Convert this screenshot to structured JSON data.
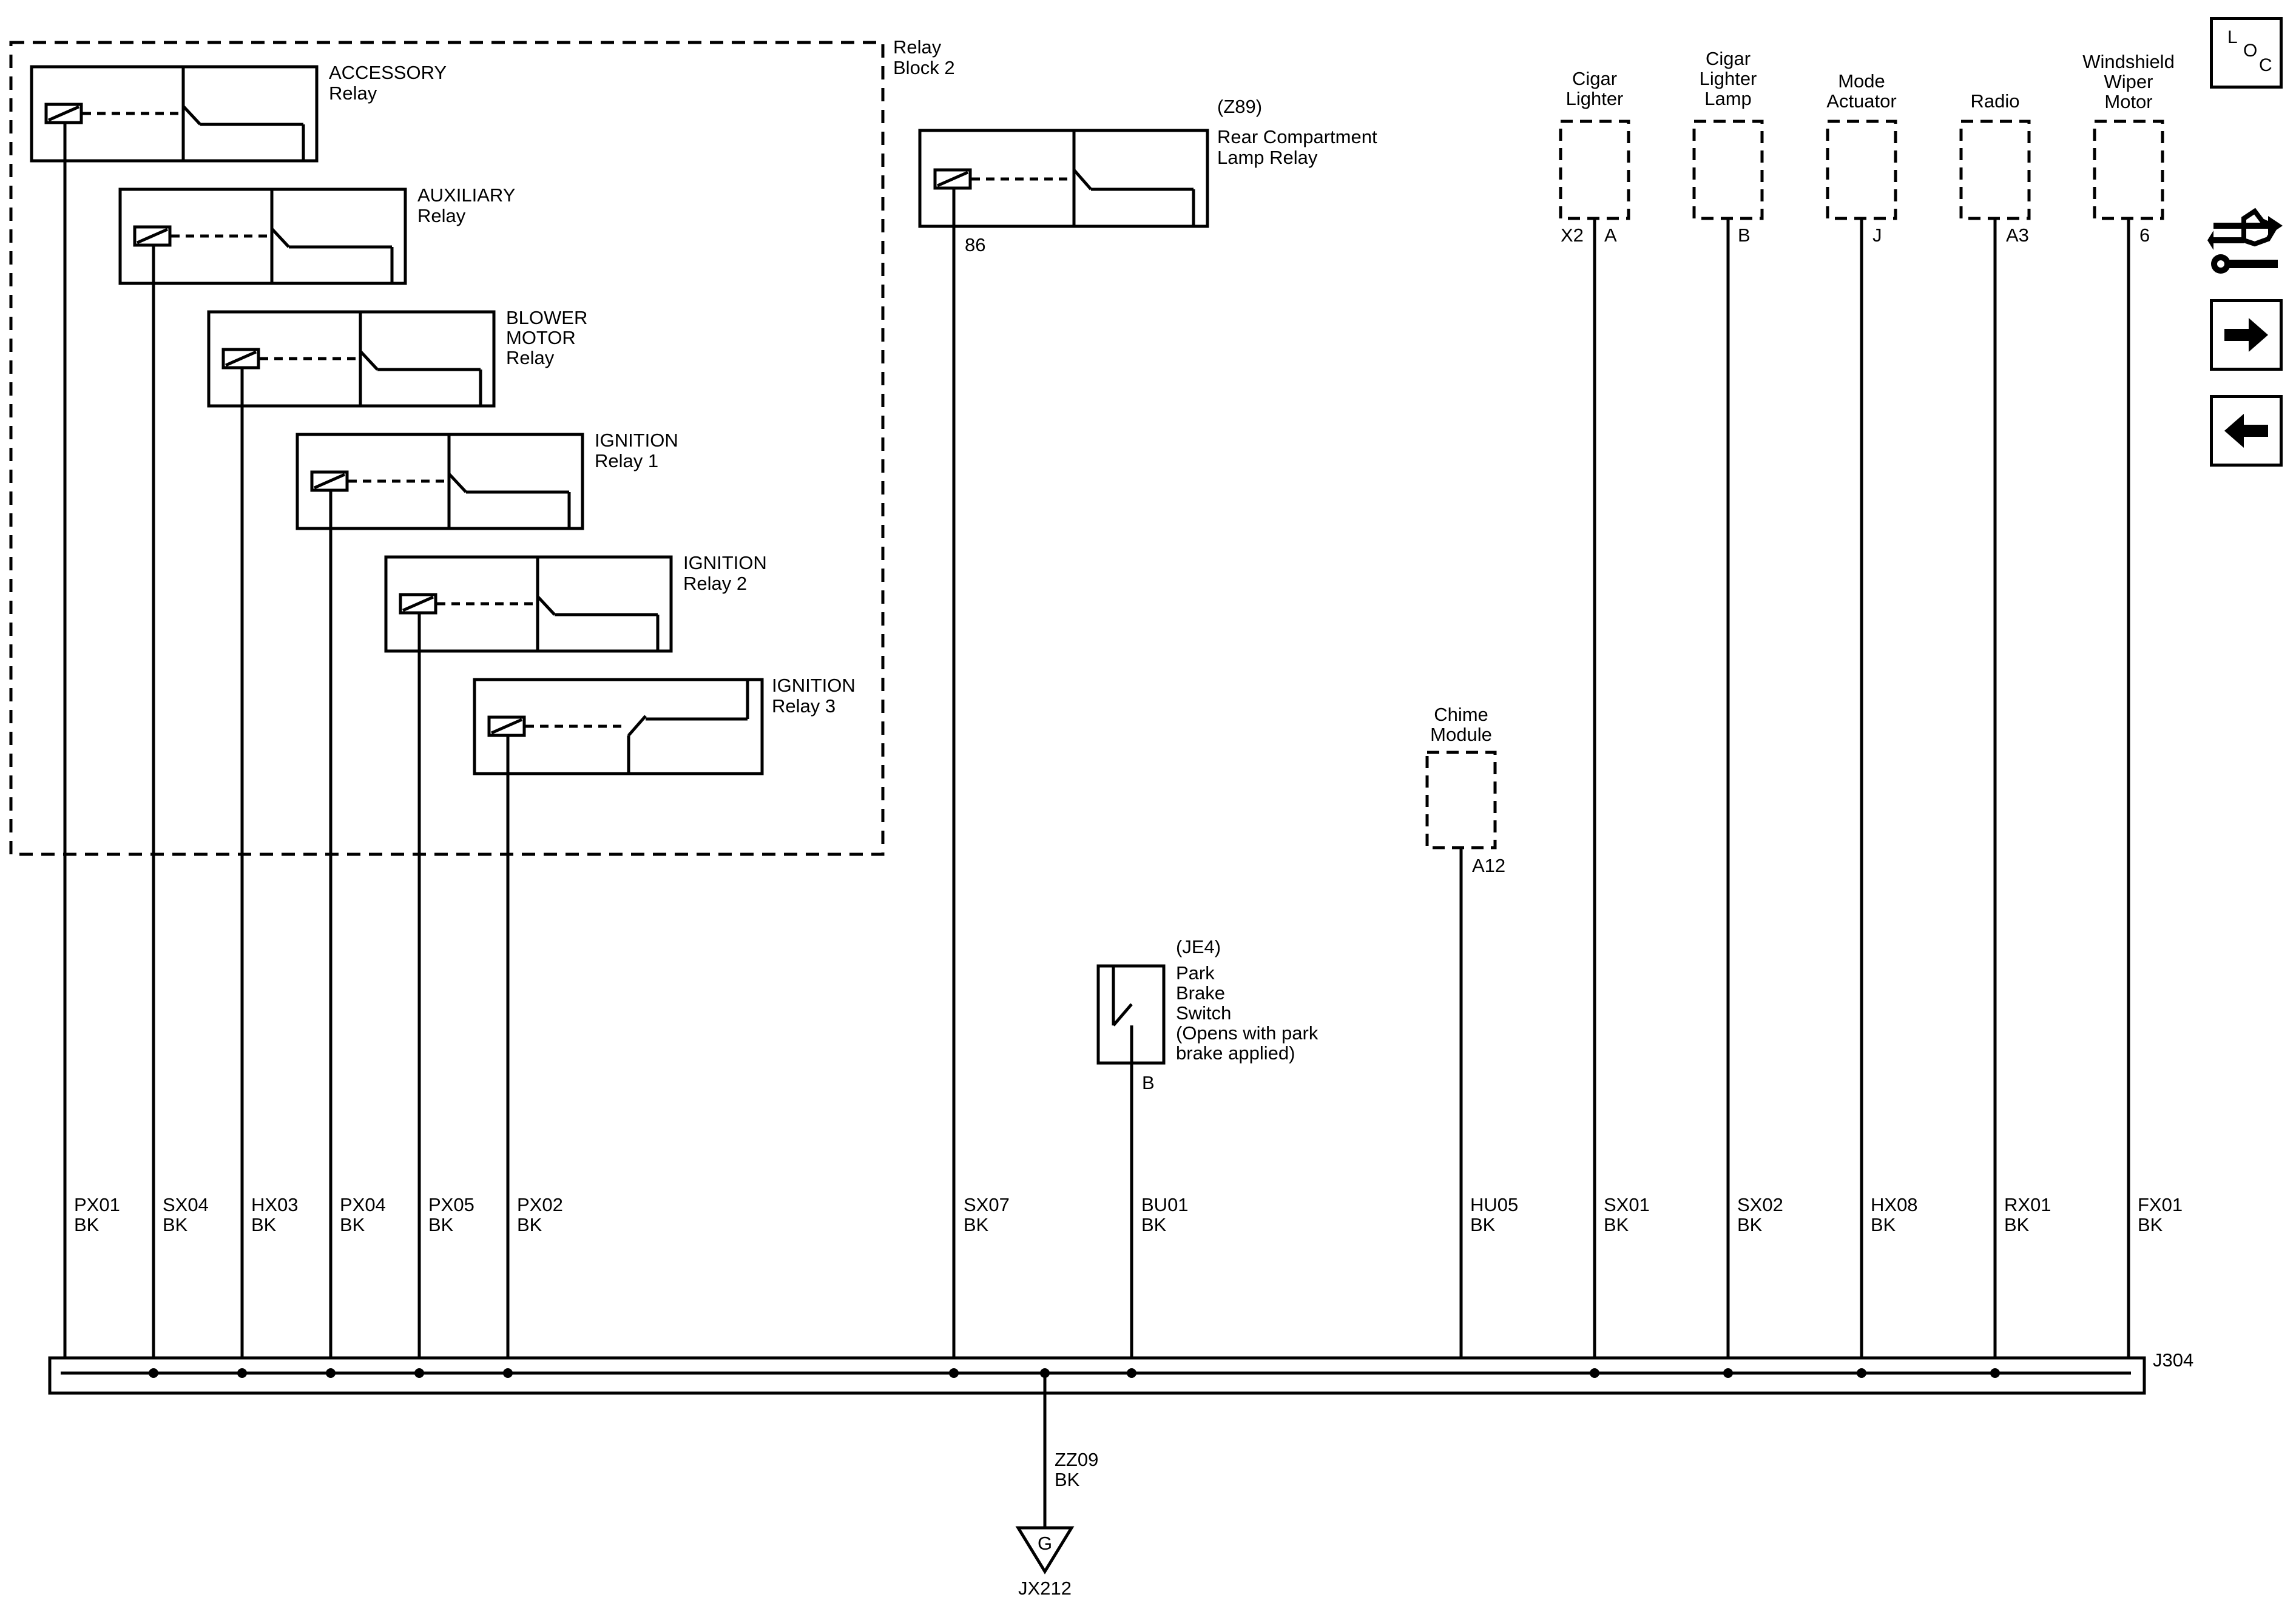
{
  "relay_block": {
    "label_line1": "Relay",
    "label_line2": "Block 2"
  },
  "relays": [
    {
      "name_line1": "ACCESSORY",
      "name_line2": "Relay",
      "name_line3": ""
    },
    {
      "name_line1": "AUXILIARY",
      "name_line2": "Relay",
      "name_line3": ""
    },
    {
      "name_line1": "BLOWER",
      "name_line2": "MOTOR",
      "name_line3": "Relay"
    },
    {
      "name_line1": "IGNITION",
      "name_line2": "Relay 1",
      "name_line3": ""
    },
    {
      "name_line1": "IGNITION",
      "name_line2": "Relay 2",
      "name_line3": ""
    },
    {
      "name_line1": "IGNITION",
      "name_line2": "Relay 3",
      "name_line3": ""
    }
  ],
  "rear_relay": {
    "option": "(Z89)",
    "name_line1": "Rear Compartment",
    "name_line2": "Lamp Relay",
    "pin": "86"
  },
  "park_brake": {
    "option": "(JE4)",
    "line1": "Park",
    "line2": "Brake",
    "line3": "Switch",
    "line4": "(Opens with park",
    "line5": "brake applied)",
    "pin": "B"
  },
  "chime": {
    "line1": "Chime",
    "line2": "Module",
    "pin": "A12"
  },
  "components": [
    {
      "line1": "",
      "line2": "Cigar",
      "line3": "Lighter",
      "connector": "X2",
      "pin": "A"
    },
    {
      "line1": "Cigar",
      "line2": "Lighter",
      "line3": "Lamp",
      "connector": "",
      "pin": "B"
    },
    {
      "line1": "",
      "line2": "Mode",
      "line3": "Actuator",
      "connector": "",
      "pin": "J"
    },
    {
      "line1": "",
      "line2": "",
      "line3": "Radio",
      "connector": "",
      "pin": "A3"
    },
    {
      "line1": "Windshield",
      "line2": "Wiper",
      "line3": "Motor",
      "connector": "",
      "pin": "6"
    }
  ],
  "circuits": [
    {
      "id": "PX01",
      "color": "BK"
    },
    {
      "id": "SX04",
      "color": "BK"
    },
    {
      "id": "HX03",
      "color": "BK"
    },
    {
      "id": "PX04",
      "color": "BK"
    },
    {
      "id": "PX05",
      "color": "BK"
    },
    {
      "id": "PX02",
      "color": "BK"
    },
    {
      "id": "SX07",
      "color": "BK"
    },
    {
      "id": "BU01",
      "color": "BK"
    },
    {
      "id": "HU05",
      "color": "BK"
    },
    {
      "id": "SX01",
      "color": "BK"
    },
    {
      "id": "SX02",
      "color": "BK"
    },
    {
      "id": "HX08",
      "color": "BK"
    },
    {
      "id": "RX01",
      "color": "BK"
    },
    {
      "id": "FX01",
      "color": "BK"
    }
  ],
  "splice": {
    "label": "J304"
  },
  "ground_wire": {
    "id": "ZZ09",
    "color": "BK"
  },
  "ground": {
    "symbol": "G",
    "label": "JX212"
  },
  "nav": {
    "loc_l": "L",
    "loc_o": "O",
    "loc_c": "C",
    "tools_icon": "tools-icon",
    "forward_icon": "arrow-right-icon",
    "back_icon": "arrow-left-icon"
  }
}
